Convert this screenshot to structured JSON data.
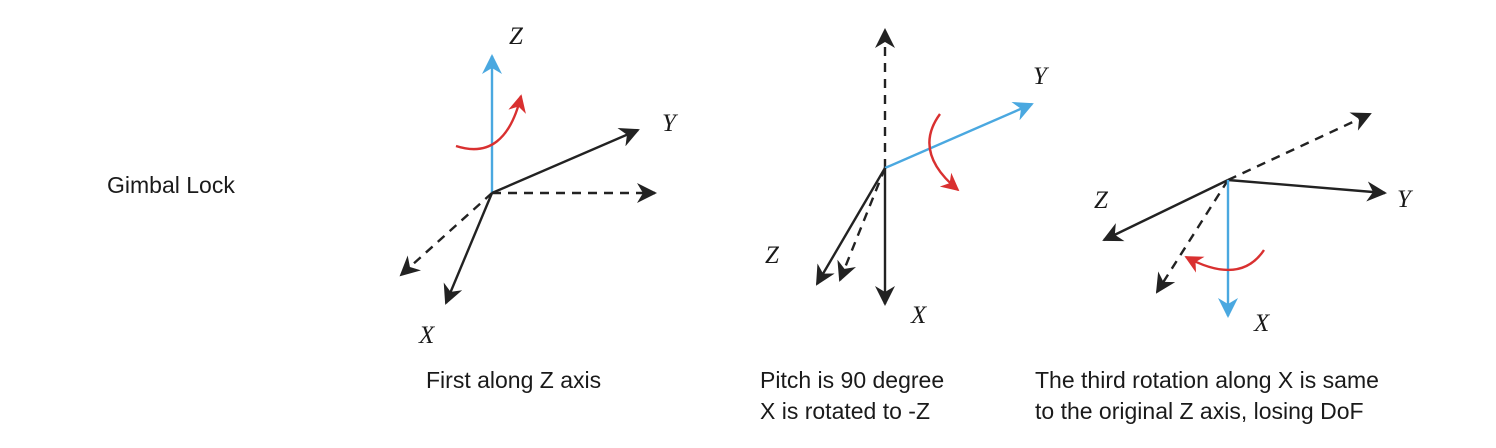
{
  "title": "Gimbal Lock",
  "panels": [
    {
      "id": "first",
      "caption_lines": [
        "First along Z axis"
      ],
      "axis_labels": {
        "z": "Z",
        "y": "Y",
        "x": "X"
      }
    },
    {
      "id": "pitch",
      "caption_lines": [
        "Pitch is 90 degree",
        "X is rotated to -Z"
      ],
      "axis_labels": {
        "y": "Y",
        "z": "Z",
        "x": "X"
      }
    },
    {
      "id": "third",
      "caption_lines": [
        "The third rotation along X is same",
        "to the original Z axis, losing DoF"
      ],
      "axis_labels": {
        "z": "Z",
        "y": "Y",
        "x": "X"
      }
    }
  ],
  "colors": {
    "axis": "#222222",
    "highlight_axis": "#4aa8e0",
    "rotation_arrow": "#d93030"
  }
}
